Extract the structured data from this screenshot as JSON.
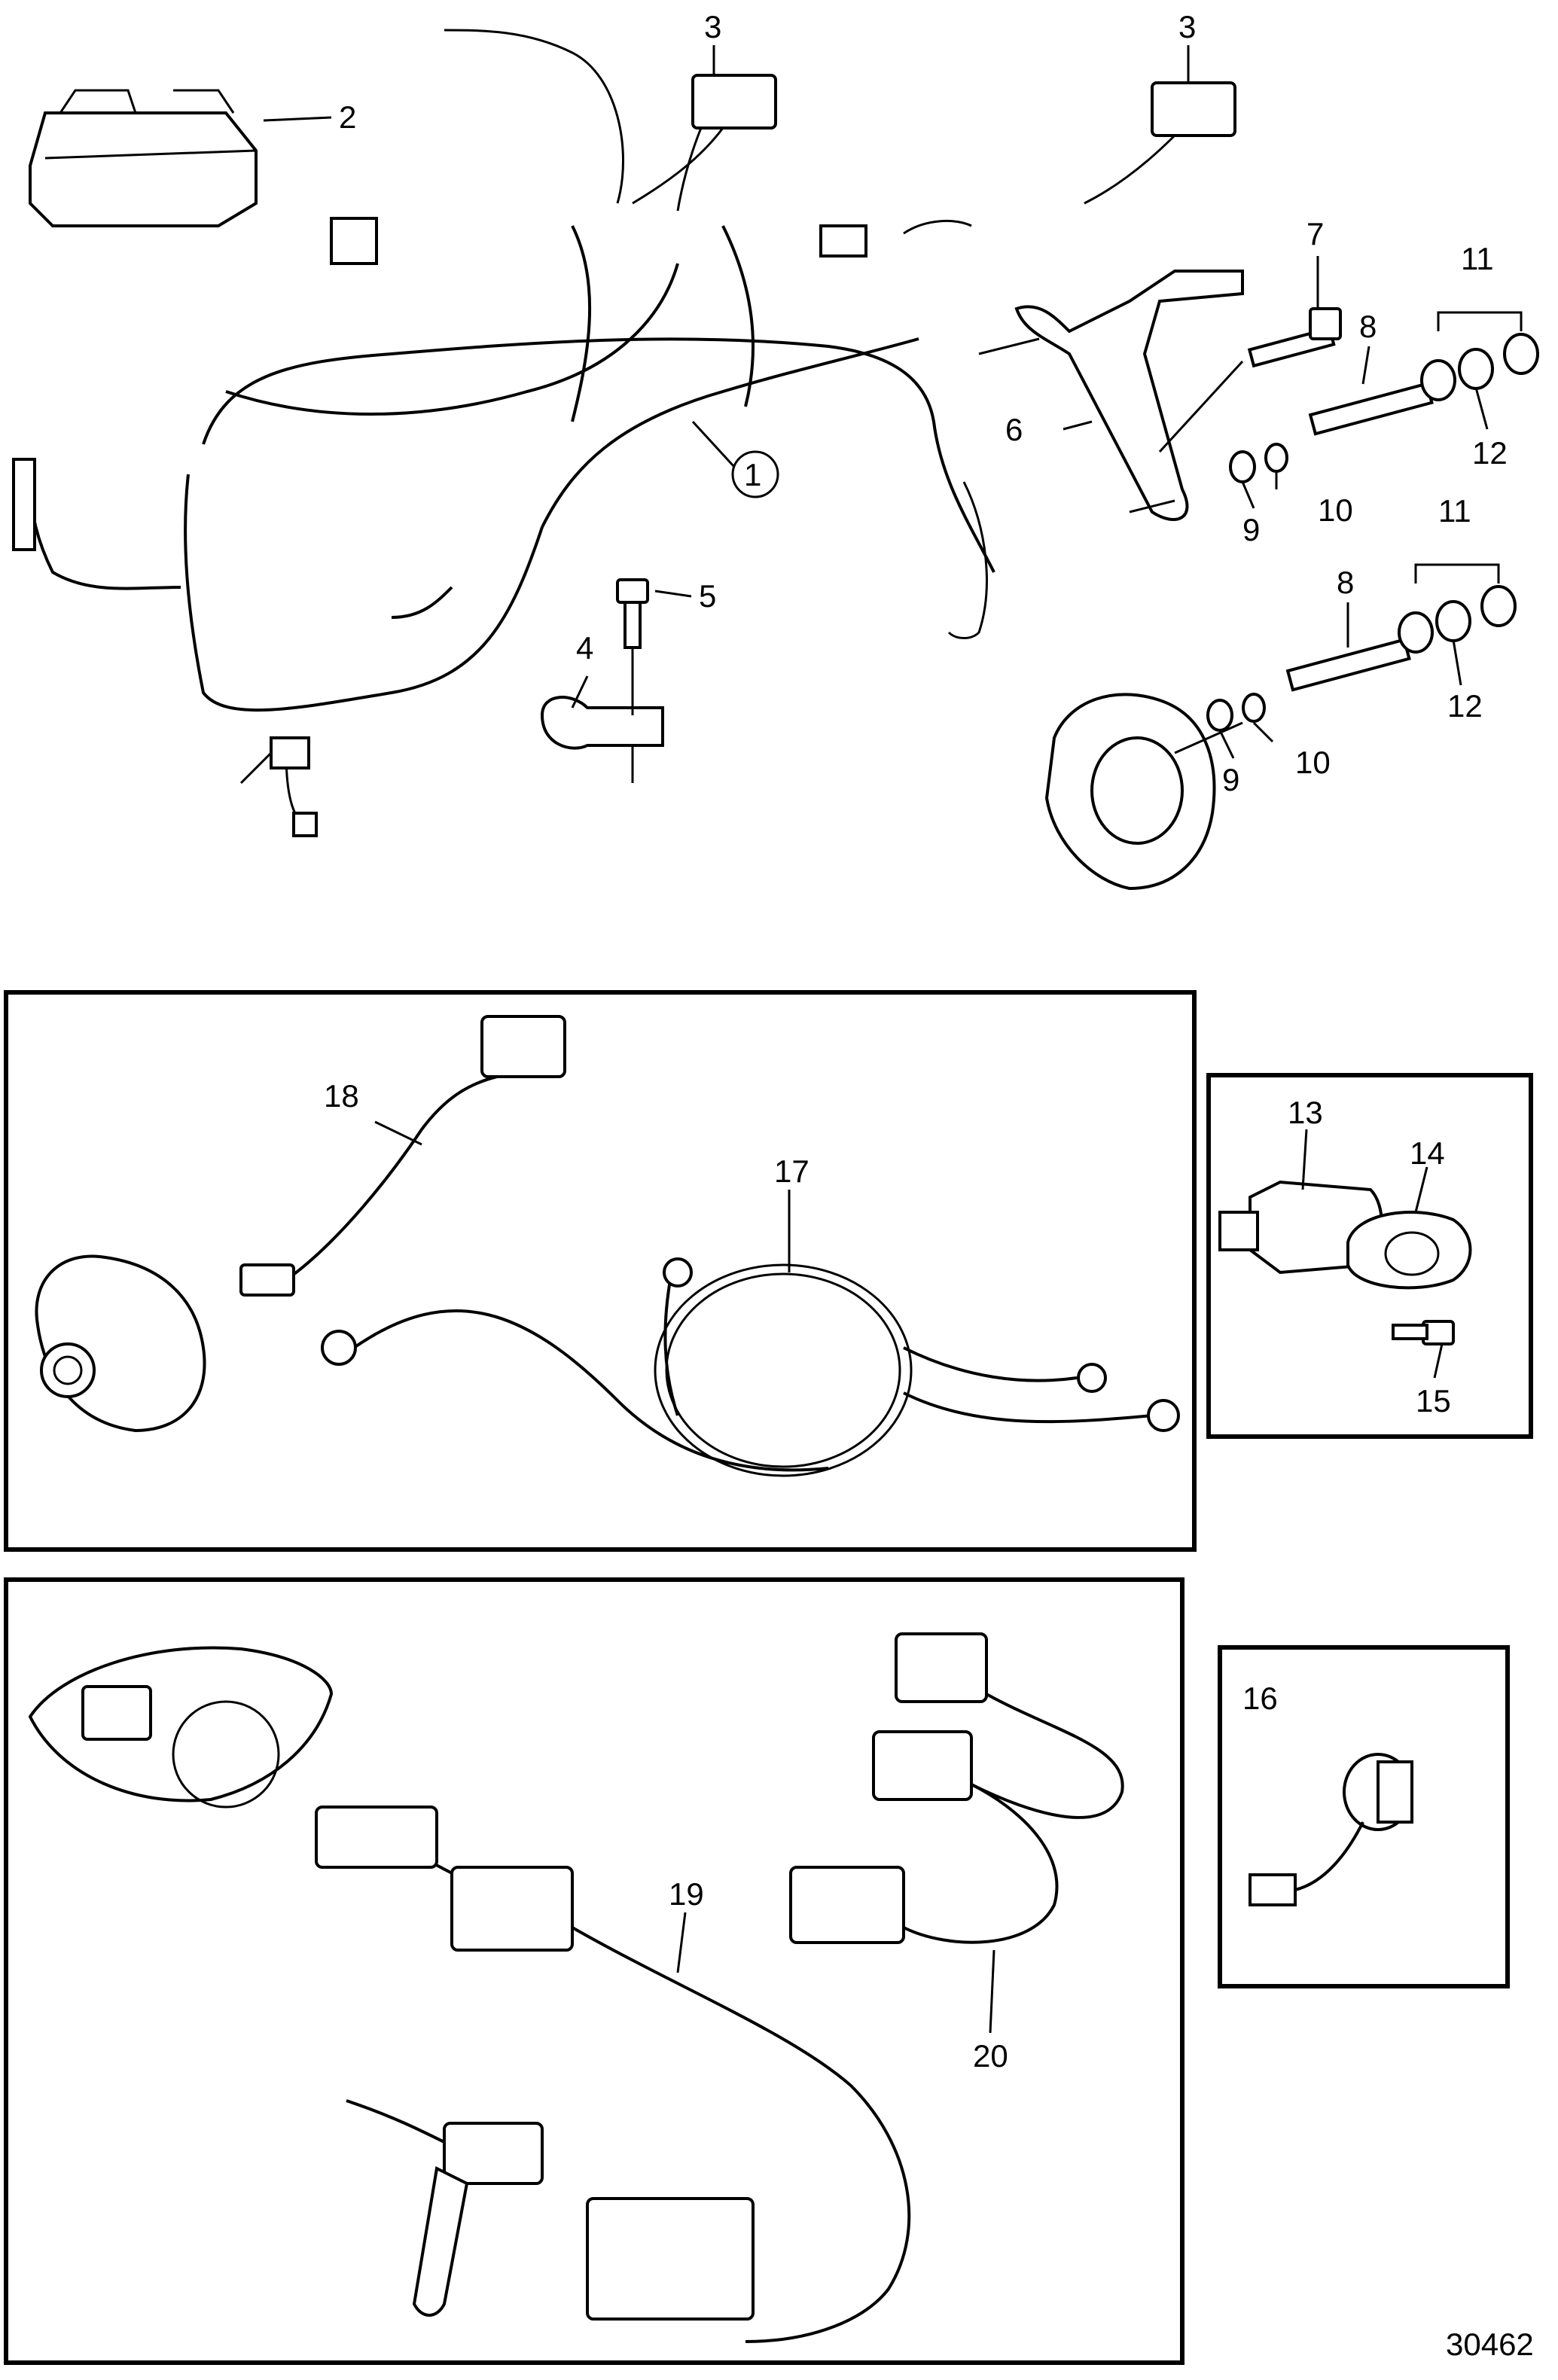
{
  "diagram_id": "30462",
  "callouts": [
    {
      "n": "1"
    },
    {
      "n": "2"
    },
    {
      "n": "3"
    },
    {
      "n": "3"
    },
    {
      "n": "4"
    },
    {
      "n": "5"
    },
    {
      "n": "6"
    },
    {
      "n": "7"
    },
    {
      "n": "8"
    },
    {
      "n": "8"
    },
    {
      "n": "9"
    },
    {
      "n": "9"
    },
    {
      "n": "10"
    },
    {
      "n": "10"
    },
    {
      "n": "11"
    },
    {
      "n": "11"
    },
    {
      "n": "12"
    },
    {
      "n": "12"
    },
    {
      "n": "13"
    },
    {
      "n": "14"
    },
    {
      "n": "15"
    },
    {
      "n": "16"
    },
    {
      "n": "17"
    },
    {
      "n": "18"
    },
    {
      "n": "19"
    },
    {
      "n": "20"
    }
  ]
}
